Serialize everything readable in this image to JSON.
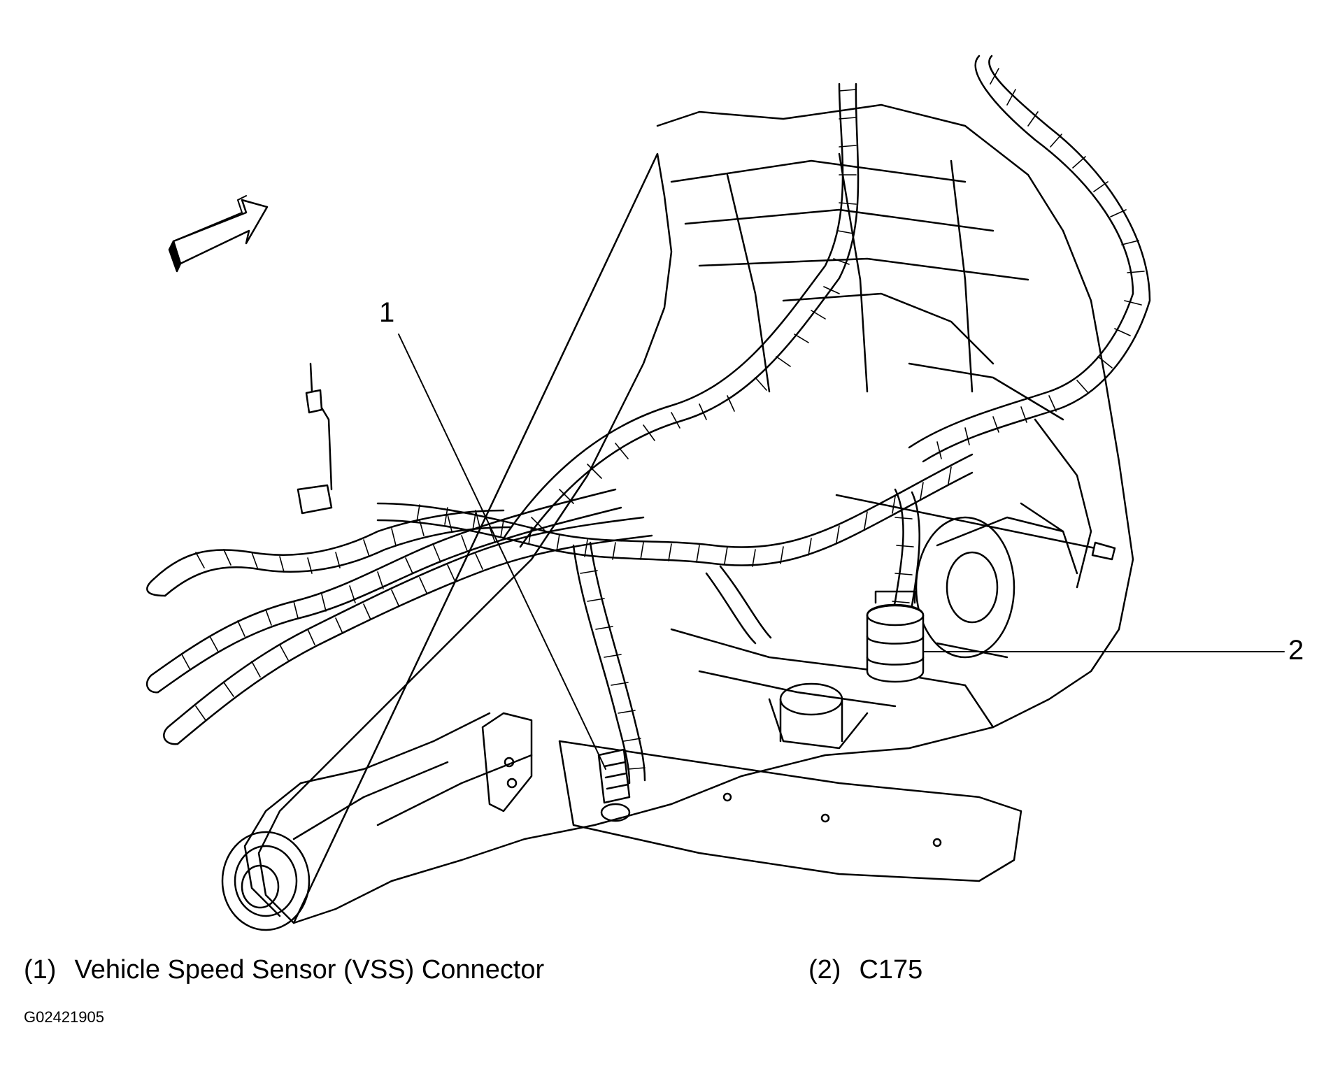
{
  "callouts": [
    {
      "number": "1"
    },
    {
      "number": "2"
    }
  ],
  "legend": [
    {
      "number": "(1)",
      "label": "Vehicle Speed Sensor (VSS) Connector"
    },
    {
      "number": "(2)",
      "label": "C175"
    }
  ],
  "figure_id": "G02421905",
  "colors": {
    "ink": "#000000",
    "paper": "#ffffff"
  }
}
